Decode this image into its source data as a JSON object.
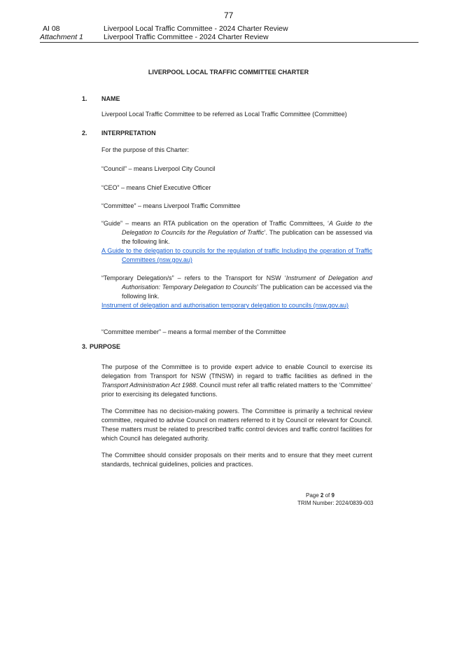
{
  "header": {
    "page_number": "77",
    "item_code": "AI 08",
    "item_title": "Liverpool Local Traffic Committee - 2024 Charter Review",
    "attachment_label": "Attachment 1",
    "attachment_title": "Liverpool Traffic Committee - 2024 Charter Review"
  },
  "title": "LIVERPOOL LOCAL TRAFFIC COMMITTEE CHARTER",
  "section1": {
    "num": "1.",
    "heading": "NAME",
    "text": "Liverpool Local Traffic Committee to be referred as Local Traffic Committee (Committee)"
  },
  "section2": {
    "num": "2.",
    "heading": "INTERPRETATION",
    "intro": "For the purpose of this Charter:",
    "council": "“Council” – means Liverpool City Council",
    "ceo": "“CEO” – means Chief Executive Officer",
    "committee": "“Committee” – means Liverpool Traffic Committee",
    "guide_a": "“Guide” – means an RTA publication on the operation of Traffic Committees, ‘",
    "guide_i": "A Guide to the Delegation to Councils for the Regulation of Traffic",
    "guide_b": "’. The publication can be assessed via the following link.",
    "guide_link": "A Guide to the delegation to councils for the regulation of traffic Including the operation of Traffic Committees (nsw.gov.au)",
    "temp_a": "“Temporary Delegation/s” – refers to the Transport for NSW ‘",
    "temp_i": "Instrument of Delegation and Authorisation: Temporary Delegation to Councils",
    "temp_b": "’ The publication can be accessed via the following link.",
    "temp_link": "Instrument of delegation and authorisation temporary delegation to councils (nsw.gov.au)",
    "member": "“Committee member” – means a formal member of the Committee"
  },
  "section3": {
    "num": "3.",
    "heading": "PURPOSE",
    "p1_a": "The purpose of the Committee is to provide expert advice to enable Council to exercise its delegation from Transport for NSW (TfNSW) in regard to traffic facilities as defined in the ",
    "p1_i": "Transport Administration Act 1988",
    "p1_b": ". Council must refer all traffic related matters to the ‘Committee’ prior to exercising its delegated functions.",
    "p2": "The Committee has no decision-making powers. The Committee is primarily a technical review committee, required to advise Council on matters referred to it by Council or relevant for Council. These matters must be related to prescribed traffic control devices and traffic control facilities for which Council has delegated authority.",
    "p3": "The Committee should consider proposals on their merits and to ensure that they meet current standards, technical guidelines, policies and practices."
  },
  "footer": {
    "page_prefix": "Page ",
    "page_current": "2",
    "page_of": " of ",
    "page_total": "9",
    "trim": "TRIM Number: 2024/0839-003"
  },
  "colors": {
    "link": "#1a5fd0"
  }
}
